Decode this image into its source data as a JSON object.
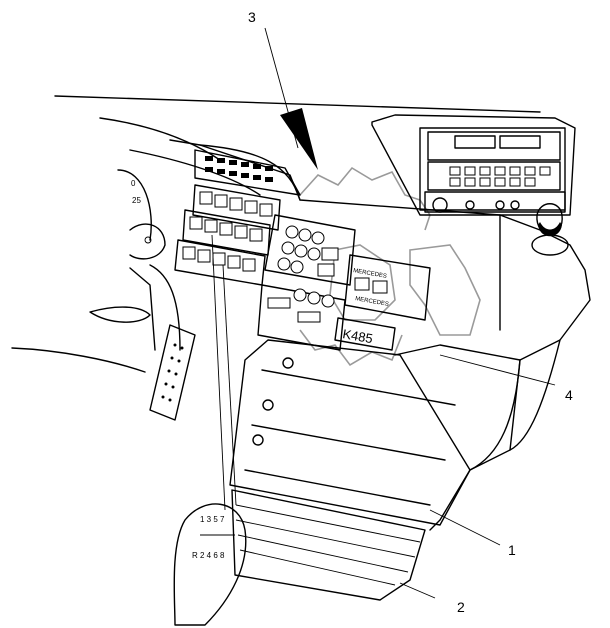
{
  "callouts": {
    "c1": "1",
    "c2": "2",
    "c3": "3",
    "c4": "4"
  },
  "gear_knob": {
    "top_row": "1 3 5 7",
    "bottom_row": "R 2 4 6 8"
  },
  "gauge": {
    "tick_0": "0",
    "tick_25": "25"
  },
  "display_readout": "K485",
  "brand_marks": [
    "MERCEDES",
    "MERCEDES"
  ]
}
